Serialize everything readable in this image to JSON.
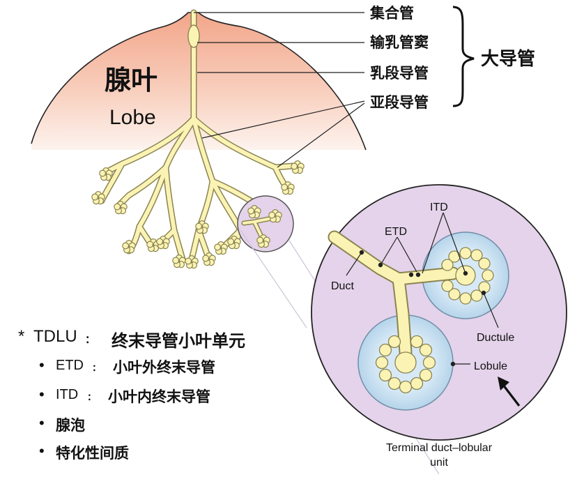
{
  "lobe": {
    "zh": "腺叶",
    "en": "Lobe"
  },
  "duct_labels": [
    "集合管",
    "输乳管窦",
    "乳段导管",
    "亚段导管"
  ],
  "large_duct_label": "大导管",
  "inset": {
    "itd": "ITD",
    "etd": "ETD",
    "duct": "Duct",
    "ductule": "Ductule",
    "lobule": "Lobule",
    "caption_line1": "Terminal duct–lobular",
    "caption_line2": "unit"
  },
  "legend": {
    "tdlu_key": "TDLU",
    "tdlu_value": "终末导管小叶单元",
    "etd_key": "ETD",
    "etd_value": "小叶外终末导管",
    "itd_key": "ITD",
    "itd_value": "小叶内终末导管",
    "item4": "腺泡",
    "item5": "特化性间质"
  },
  "colors": {
    "breast_fill": "#f6c8b4",
    "duct_fill": "#fbf3b4",
    "duct_stroke": "#8a8450",
    "tdlu_circle": "#e4d3ea",
    "lobule_fill": "#c9e1f1"
  }
}
